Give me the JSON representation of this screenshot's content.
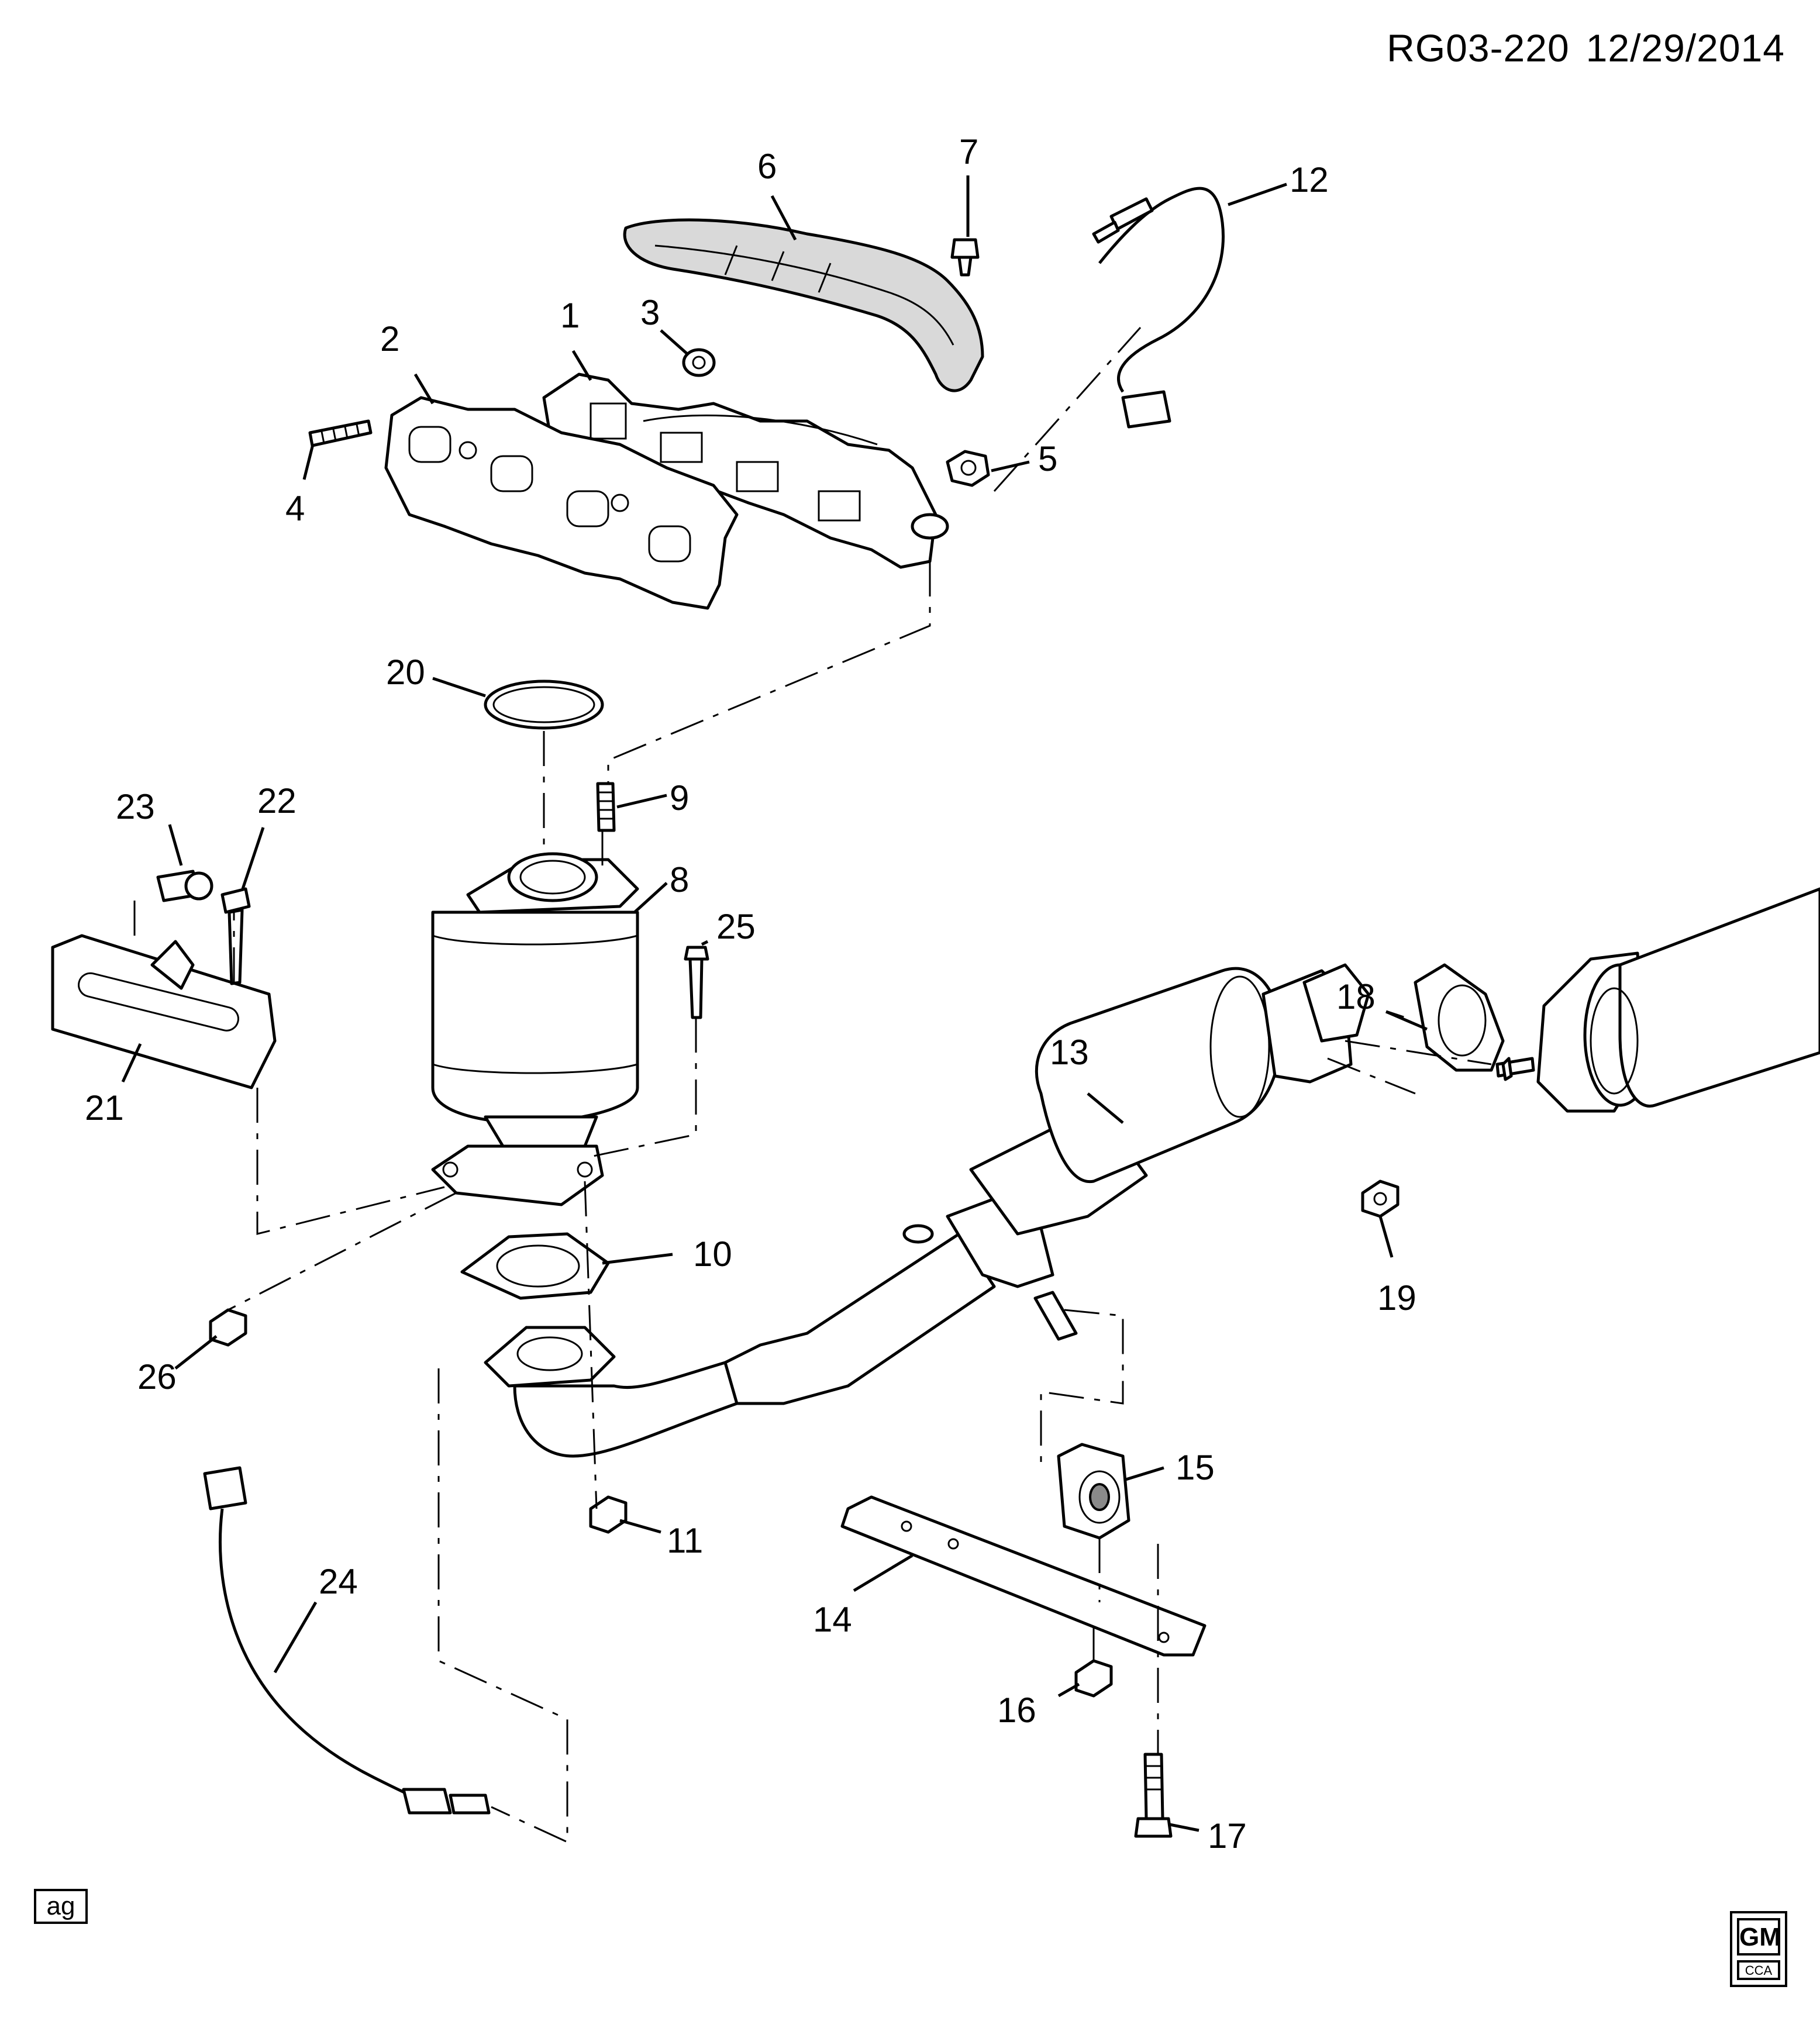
{
  "document": {
    "drawing_number": "RG03-220",
    "date": "12/29/2014",
    "artist_tag": "ag",
    "logo_text": "GM",
    "logo_subtext": "CCA"
  },
  "callouts": [
    "1",
    "2",
    "3",
    "4",
    "5",
    "6",
    "7",
    "8",
    "9",
    "10",
    "11",
    "12",
    "13",
    "14",
    "15",
    "16",
    "17",
    "18",
    "19",
    "20",
    "21",
    "22",
    "23",
    "24",
    "25",
    "26"
  ]
}
